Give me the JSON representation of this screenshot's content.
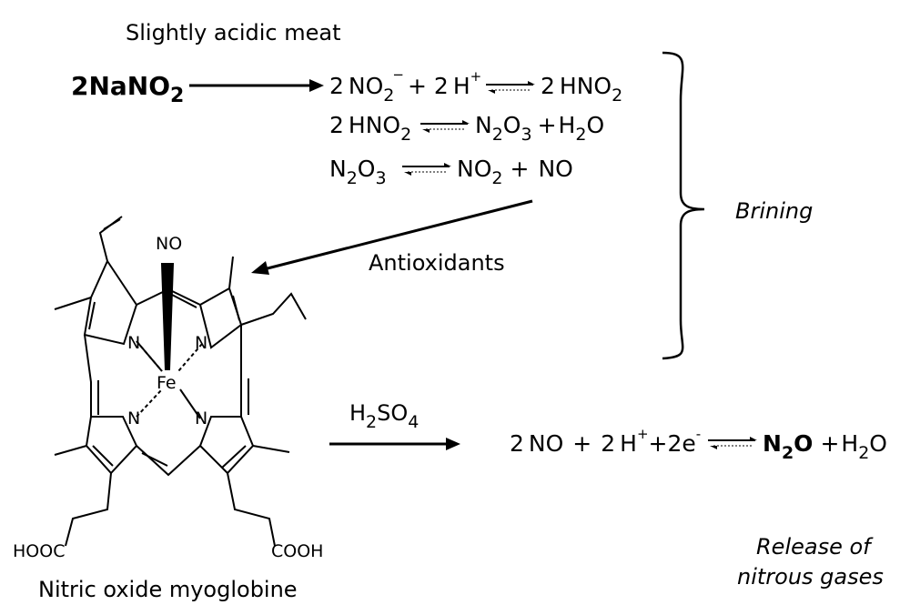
{
  "labels": {
    "top_condition": "Slightly acidic meat",
    "antioxidants": "Antioxidants",
    "brining": "Brining",
    "acid": {
      "main": "H",
      "sub1": "2",
      "mid": "SO",
      "sub2": "4"
    },
    "release_line1": "Release of",
    "release_line2": "nitrous gases",
    "molecule_name": "Nitric oxide myoglobine"
  },
  "reactant": {
    "prefix": "2NaNO",
    "sub": "2"
  },
  "equations": {
    "eq1": {
      "left_coef": "2",
      "left_main": "NO",
      "left_sub": "2",
      "left_sup": "−",
      "plus1": "+",
      "h_coef": "2",
      "h_main": "H",
      "h_sup": "+",
      "right": "2",
      "right_main": "HNO",
      "right_sub": "2"
    },
    "eq2": {
      "left": "2",
      "left_main": "HNO",
      "left_sub": "2",
      "r1": "N",
      "r1_sub": "2",
      "r2": "O",
      "r2_sub": "3",
      "plus": "+",
      "w": "H",
      "w_sub": "2",
      "w_end": "O"
    },
    "eq3": {
      "l1": "N",
      "l1_sub": "2",
      "l2": "O",
      "l2_sub": "3",
      "r1": "NO",
      "r1_sub": "2",
      "plus": "+",
      "r2": "NO"
    },
    "eq4": {
      "a": "2",
      "a_main": "NO",
      "plus1": "+",
      "b": "2",
      "b_main": "H",
      "b_sup": "+",
      "plus2": "+",
      "c": "2e",
      "c_sup": "-",
      "prod_main": "N",
      "prod_sub": "2",
      "prod_end": "O",
      "plus3": "+",
      "w": "H",
      "w_sub": "2",
      "w_end": "O"
    }
  },
  "molecule": {
    "ligand": "NO",
    "metal": "Fe",
    "n1": "N",
    "n2": "N",
    "n3": "N",
    "n4": "N",
    "acid_left": "HOOC",
    "acid_right": "COOH"
  }
}
